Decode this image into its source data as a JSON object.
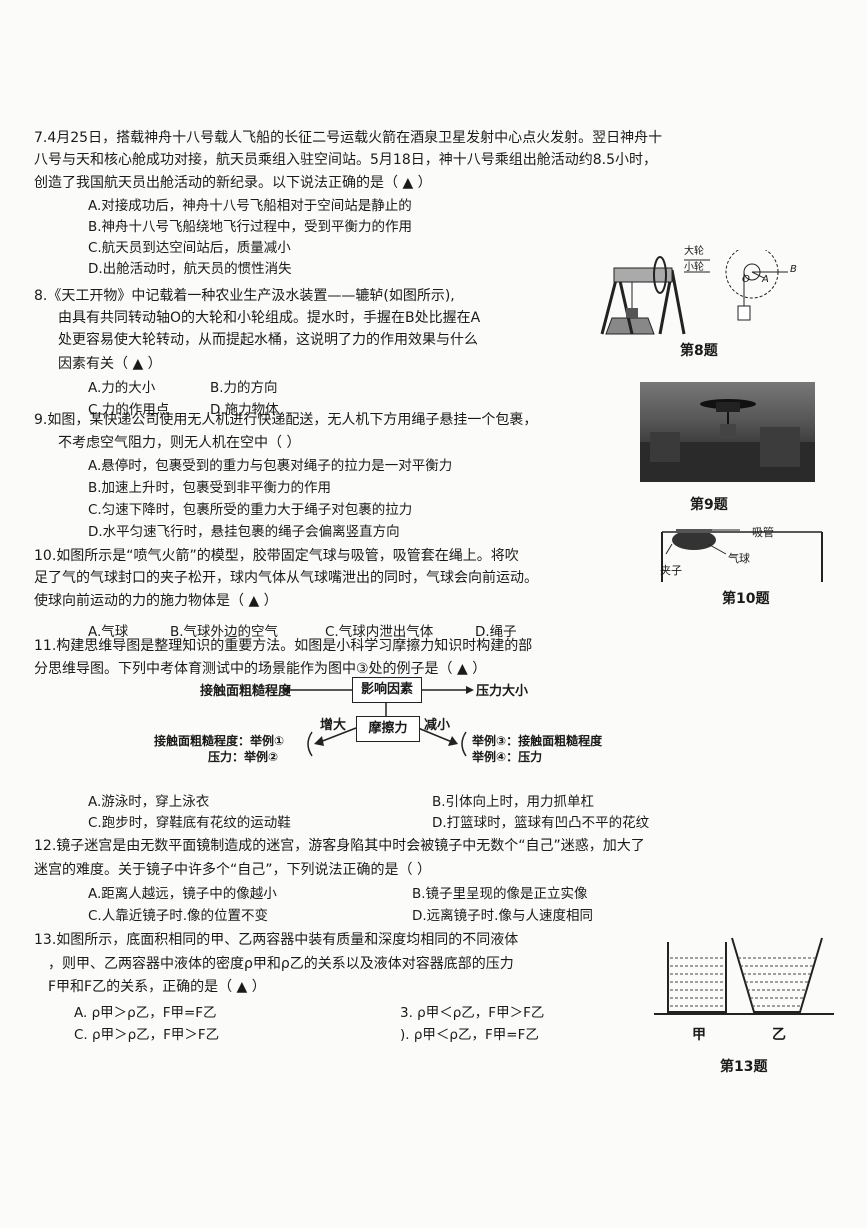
{
  "q7": {
    "line1": "7.4月25日，搭载神舟十八号载人飞船的长征二号运载火箭在酒泉卫星发射中心点火发射。翌日神舟十",
    "line2": "八号与天和核心舱成功对接，航天员乘组入驻空间站。5月18日，神十八号乘组出舱活动约8.5小时，",
    "line3": "创造了我国航天员出舱活动的新纪录。以下说法正确的是（ ▲ ）",
    "A": "A.对接成功后，神舟十八号飞船相对于空间站是静止的",
    "B": "B.神舟十八号飞船绕地飞行过程中，受到平衡力的作用",
    "C": "C.航天员到达空间站后，质量减小",
    "D": "D.出舱活动时，航天员的惯性消失"
  },
  "q8": {
    "line1": "8.《天工开物》中记载着一种农业生产汲水装置——辘轳(如图所示),",
    "line2": "由具有共同转动轴O的大轮和小轮组成。提水时，手握在B处比握在A",
    "line3": "处更容易使大轮转动，从而提起水桶，这说明了力的作用效果与什么",
    "line4": "因素有关（  ▲   ）",
    "A": "A.力的大小",
    "B": "B.力的方向",
    "C": "C.力的作用点",
    "D": "D.施力物体",
    "caption": "第8题",
    "fig_big": "大轮",
    "fig_small": "小轮",
    "fig_O": "O",
    "fig_A": "A",
    "fig_B": "B"
  },
  "q9": {
    "line1": "9.如图，某快递公司使用无人机进行快递配送，无人机下方用绳子悬挂一个包裹，",
    "line2": "不考虑空气阻力，则无人机在空中（        ）",
    "A": "A.悬停时，包裹受到的重力与包裹对绳子的拉力是一对平衡力",
    "B": "B.加速上升时，包裹受到非平衡力的作用",
    "C": "C.匀速下降时，包裹所受的重力大于绳子对包裹的拉力",
    "D": "D.水平匀速飞行时，悬挂包裹的绳子会偏离竖直方向",
    "caption": "第9题"
  },
  "q10": {
    "line1": "10.如图所示是“喷气火箭”的模型，胶带固定气球与吸管，吸管套在绳上。将吹",
    "line2": "足了气的气球封口的夹子松开，球内气体从气球嘴泄出的同时，气球会向前运动。",
    "line3": "使球向前运动的力的施力物体是（ ▲   ）",
    "A": "A.气球",
    "B": "B.气球外边的空气",
    "C": "C.气球内泄出气体",
    "D": "D.绳子",
    "caption": "第10题",
    "fig_straw": "吸管",
    "fig_balloon": "气球",
    "fig_clip": "夹子"
  },
  "q11": {
    "line1": "11.构建思维导图是整理知识的重要方法。如图是小科学习摩擦力知识时构建的部",
    "line2": "分思维导图。下列中考体育测试中的场景能作为图中③处的例子是（ ▲ ）",
    "mm_rough": "接触面粗糙程度",
    "mm_factor": "影响因素",
    "mm_pressure": "压力大小",
    "mm_increase": "增大",
    "mm_friction": "摩擦力",
    "mm_decrease": "减小",
    "mm_left1": "接触面粗糙程度：举例①",
    "mm_left2": "压力：举例②",
    "mm_right1": "举例③：接触面粗糙程度",
    "mm_right2": "举例④：压力",
    "A": "A.游泳时，穿上泳衣",
    "B": "B.引体向上时，用力抓单杠",
    "C": "C.跑步时，穿鞋底有花纹的运动鞋",
    "D": "D.打篮球时，篮球有凹凸不平的花纹"
  },
  "q12": {
    "line1": "12.镜子迷宫是由无数平面镜制造成的迷宫，游客身陷其中时会被镜子中无数个“自己”迷惑，加大了",
    "line2": "迷宫的难度。关于镜子中许多个“自己”，下列说法正确的是（        ）",
    "A": "A.距离人越远，镜子中的像越小",
    "B": "B.镜子里呈现的像是正立实像",
    "C": "C.人靠近镜子时.像的位置不变",
    "D": "D.远离镜子时.像与人速度相同"
  },
  "q13": {
    "line1": "13.如图所示，底面积相同的甲、乙两容器中装有质量和深度均相同的不同液体",
    "line2": "，则甲、乙两容器中液体的密度ρ甲和ρ乙的关系以及液体对容器底部的压力",
    "line3": "F甲和F乙的关系，正确的是（ ▲ ）",
    "A": "A.   ρ甲＞ρ乙，F甲=F乙",
    "B": "3.   ρ甲＜ρ乙，F甲＞F乙",
    "C": "C.   ρ甲＞ρ乙，F甲＞F乙",
    "D": ").   ρ甲＜ρ乙，F甲=F乙",
    "label_jia": "甲",
    "label_yi": "乙",
    "caption": "第13题"
  }
}
